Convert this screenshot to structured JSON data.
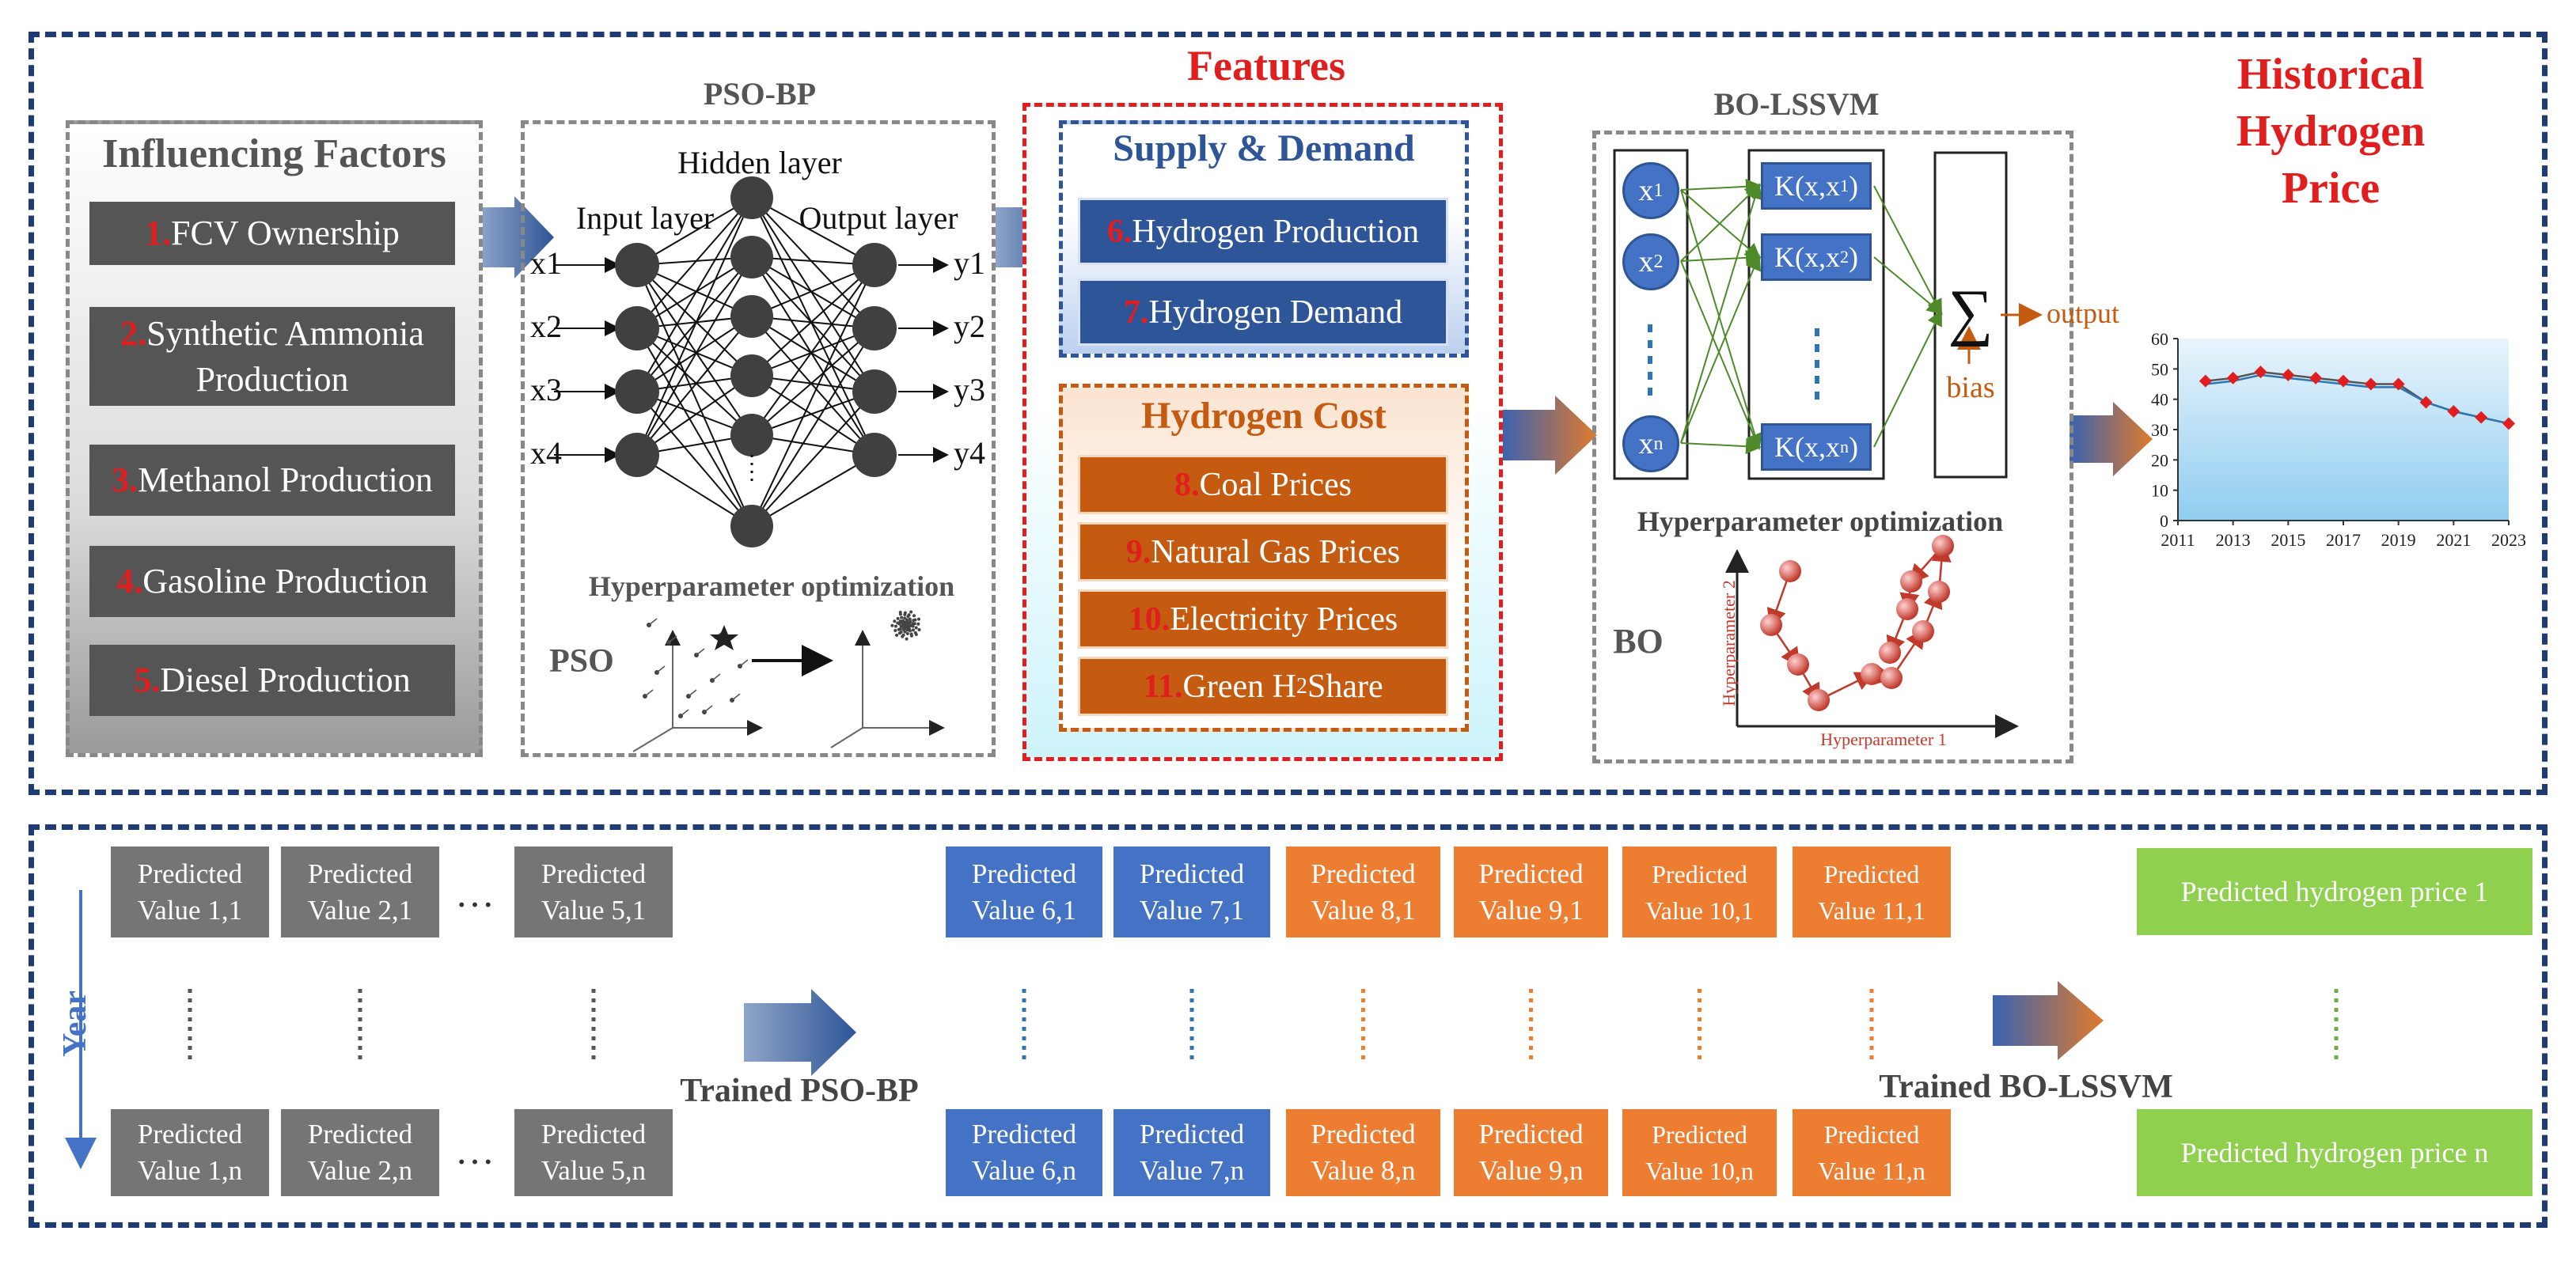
{
  "colors": {
    "frame": "#1f3b73",
    "red_label": "#e01e1e",
    "factor_box": "#555555",
    "supply_box": "#2e5597",
    "cost_box": "#c55a11",
    "pred_gray": "#757575",
    "pred_blue": "#4472c4",
    "pred_orange": "#ed7d31",
    "pred_green": "#8fd14f"
  },
  "influencing": {
    "title": "Influencing Factors",
    "items": [
      {
        "num": "1.",
        "label": "FCV Ownership"
      },
      {
        "num": "2.",
        "label": "Synthetic Ammonia Production"
      },
      {
        "num": "3.",
        "label": "Methanol Production"
      },
      {
        "num": "4.",
        "label": "Gasoline Production"
      },
      {
        "num": "5.",
        "label": "Diesel Production"
      }
    ]
  },
  "psobp": {
    "title": "PSO-BP",
    "hidden_layer": "Hidden layer",
    "input_layer": "Input layer",
    "output_layer": "Output layer",
    "inputs": [
      "x1",
      "x2",
      "x3",
      "x4"
    ],
    "outputs": [
      "y1",
      "y2",
      "y3",
      "y4"
    ],
    "hyper_label": "Hyperparameter optimization",
    "pso_label": "PSO"
  },
  "features": {
    "title": "Features",
    "supply_title": "Supply & Demand",
    "supply_items": [
      {
        "num": "6.",
        "label": "Hydrogen Production"
      },
      {
        "num": "7.",
        "label": "Hydrogen Demand"
      }
    ],
    "cost_title": "Hydrogen Cost",
    "cost_items": [
      {
        "num": "8.",
        "label": "Coal Prices"
      },
      {
        "num": "9.",
        "label": "Natural Gas Prices"
      },
      {
        "num": "10.",
        "label": " Electricity Prices"
      },
      {
        "num": "11.",
        "label": " Green H",
        "sub": "2",
        "tail": " Share"
      }
    ]
  },
  "bolssvm": {
    "title": "BO-LSSVM",
    "x_nodes": [
      "x",
      "x",
      "x"
    ],
    "x_subs": [
      "1",
      "2",
      "n"
    ],
    "k_nodes": [
      "K(x,x",
      "K(x,x",
      "K(x,x"
    ],
    "k_subs": [
      "1",
      "2",
      "n"
    ],
    "k_close": ")",
    "sum_symbol": "∑",
    "output": "output",
    "bias": "bias",
    "hyper_label": "Hyperparameter optimization",
    "bo_label": "BO",
    "hp1": "Hyperparameter 1",
    "hp2": "Hyperparameter 2"
  },
  "historical": {
    "title_lines": [
      "Historical",
      "Hydrogen",
      "Price"
    ]
  },
  "chart_data": {
    "type": "line",
    "x": [
      2012,
      2013,
      2014,
      2015,
      2016,
      2017,
      2018,
      2019,
      2020,
      2021,
      2022,
      2023
    ],
    "series": [
      {
        "values": [
          46,
          47,
          49,
          48,
          47,
          46,
          45,
          45,
          39,
          36,
          34,
          32
        ]
      },
      {
        "values": [
          45,
          46,
          48,
          47,
          46,
          45,
          44,
          44,
          39,
          36,
          34,
          32
        ]
      }
    ],
    "xlim": [
      2011,
      2023
    ],
    "ylim": [
      0,
      60
    ],
    "xticks": [
      "2011",
      "2013",
      "2015",
      "2017",
      "2019",
      "2021",
      "2023"
    ],
    "yticks": [
      "0",
      "10",
      "20",
      "30",
      "40",
      "50",
      "60"
    ],
    "grid": false
  },
  "bottom": {
    "year_label": "Year",
    "ellipsis": "…",
    "trained_psobp": "Trained PSO-BP",
    "trained_bolssvm": "Trained BO-LSSVM",
    "top_row": [
      "Predicted\nValue 1,1",
      "Predicted\nValue 2,1",
      "Predicted\nValue 5,1",
      "Predicted\nValue 6,1",
      "Predicted\nValue 7,1",
      "Predicted\nValue 8,1",
      "Predicted\nValue 9,1",
      "Predicted\nValue 10,1",
      "Predicted\nValue 11,1"
    ],
    "bottom_row": [
      "Predicted\nValue 1,n",
      "Predicted\nValue 2,n",
      "Predicted\nValue 5,n",
      "Predicted\nValue 6,n",
      "Predicted\nValue 7,n",
      "Predicted\nValue 8,n",
      "Predicted\nValue 9,n",
      "Predicted\nValue 10,n",
      "Predicted\nValue 11,n"
    ],
    "price_top": "Predicted hydrogen price 1",
    "price_bottom": "Predicted hydrogen price n"
  }
}
